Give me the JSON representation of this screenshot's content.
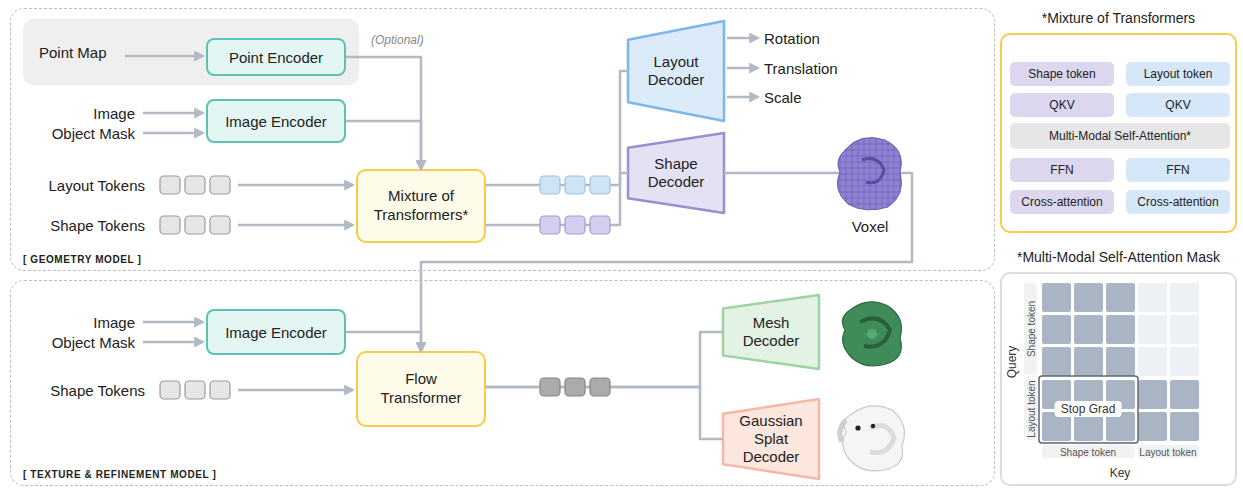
{
  "diagram": {
    "nodes": [
      {
        "text": [
          "[ GEOMETRY MODEL ]"
        ]
      },
      {
        "text": [
          "Point Map"
        ],
        "in": 0
      },
      {
        "text": [
          "Point Encoder"
        ],
        "in": 1
      },
      {
        "text": [
          "Image Encoder"
        ],
        "in": 0
      },
      {
        "text": [
          "Mixture of Transformers*"
        ],
        "in": 0
      },
      {
        "text": [
          "Layout Decoder"
        ],
        "in": 0
      },
      {
        "text": [
          "Shape Decoder"
        ],
        "in": 0
      },
      {
        "text": [
          "[ TEXTURE & REFINEMENT MODEL ]"
        ]
      },
      {
        "text": [
          "Image Encoder"
        ],
        "in": 7
      },
      {
        "text": [
          "Flow Transformer"
        ],
        "in": 7
      },
      {
        "text": [
          "Mesh Decoder"
        ],
        "in": 7
      },
      {
        "text": [
          "Gaussian Splat Decoder"
        ],
        "in": 7
      },
      {
        "text": [
          "*Mixture of Transformers"
        ]
      },
      {
        "text": [
          "Shape token"
        ],
        "in": 12
      },
      {
        "text": [
          "Layout token"
        ],
        "in": 12
      },
      {
        "text": [
          "QKV"
        ],
        "in": 12
      },
      {
        "text": [
          "QKV"
        ],
        "in": 12
      },
      {
        "text": [
          "Multi-Modal Self-Attention*"
        ],
        "in": 12
      },
      {
        "text": [
          "FFN"
        ],
        "in": 12
      },
      {
        "text": [
          "FFN"
        ],
        "in": 12
      },
      {
        "text": [
          "Cross-attention"
        ],
        "in": 12
      },
      {
        "text": [
          "Cross-attention"
        ],
        "in": 12
      },
      {
        "text": [
          "*Multi-Modal Self-Attention Mask"
        ]
      }
    ],
    "edges": [
      {
        "from": 2,
        "to": 4,
        "arrow": "to",
        "label": "(Optional)"
      },
      {
        "from": 3,
        "to": 4,
        "arrow": "to"
      },
      {
        "from": 4,
        "to": 5,
        "arrow": "none"
      },
      {
        "from": 4,
        "to": 6,
        "arrow": "none"
      },
      {
        "from": 6,
        "to": 9,
        "arrow": "to"
      },
      {
        "from": 8,
        "to": 9,
        "arrow": "to"
      },
      {
        "from": 9,
        "to": 10,
        "arrow": "none"
      },
      {
        "from": 9,
        "to": 11,
        "arrow": "none"
      }
    ],
    "labels": [
      "Image",
      "Object Mask",
      "Layout Tokens",
      "Shape Tokens",
      "Rotation",
      "Translation",
      "Scale",
      "Voxel",
      "Image",
      "Object Mask",
      "Shape Tokens",
      "Query",
      "Shape token",
      "Layout token",
      "Stop Grad",
      "Shape token",
      "Layout token",
      "Key"
    ]
  }
}
